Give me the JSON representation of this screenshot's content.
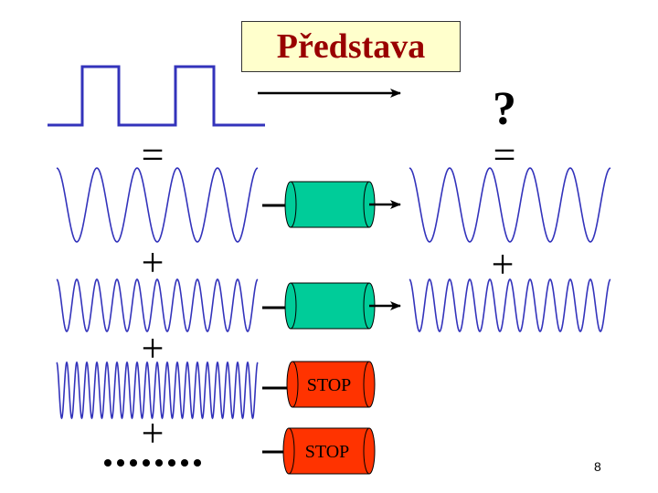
{
  "slide": {
    "title": "Představa",
    "question_mark": "?",
    "page_number": "8"
  },
  "symbols": {
    "equals": "=",
    "plus": "+",
    "dots": "........"
  },
  "filters": [
    {
      "label": "",
      "color": "#00cc99",
      "passes": true
    },
    {
      "label": "",
      "color": "#00cc99",
      "passes": true
    },
    {
      "label": "STOP",
      "color": "#ff3300",
      "passes": false
    },
    {
      "label": "STOP",
      "color": "#ff3300",
      "passes": false
    }
  ],
  "colors": {
    "wave": "#3333bb",
    "title_text": "#990000",
    "title_bg": "#ffffcc",
    "pass_filter": "#00cc99",
    "stop_filter": "#ff3300"
  }
}
